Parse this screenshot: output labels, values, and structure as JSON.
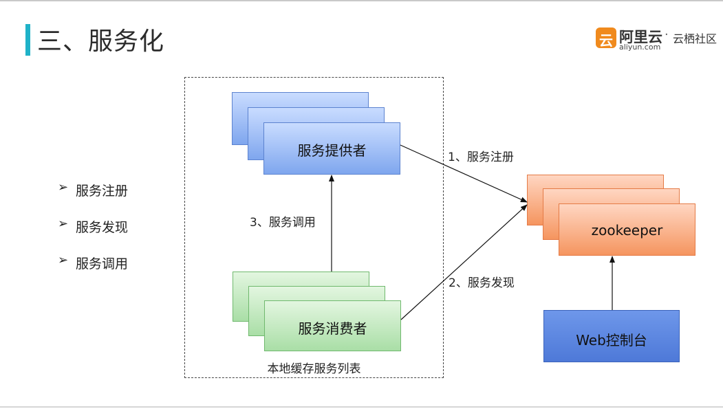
{
  "slide": {
    "title": "三、服务化",
    "accent_color": "#1fb2c8"
  },
  "logo": {
    "icon_glyph": "云",
    "main": "阿里云",
    "dot": "·",
    "sub": "云栖社区",
    "url": "aliyun.com",
    "brand_color": "#f08a1d"
  },
  "bullets": [
    {
      "arrow": "➢",
      "label": "服务注册"
    },
    {
      "arrow": "➢",
      "label": "服务发现"
    },
    {
      "arrow": "➢",
      "label": "服务调用"
    }
  ],
  "nodes": {
    "provider": "服务提供者",
    "consumer": "服务消费者",
    "zookeeper": "zookeeper",
    "web_console": "Web控制台"
  },
  "edges": {
    "register": "1、服务注册",
    "discover": "2、服务发现",
    "invoke": "3、服务调用"
  },
  "local_cache_caption": "本地缓存服务列表"
}
